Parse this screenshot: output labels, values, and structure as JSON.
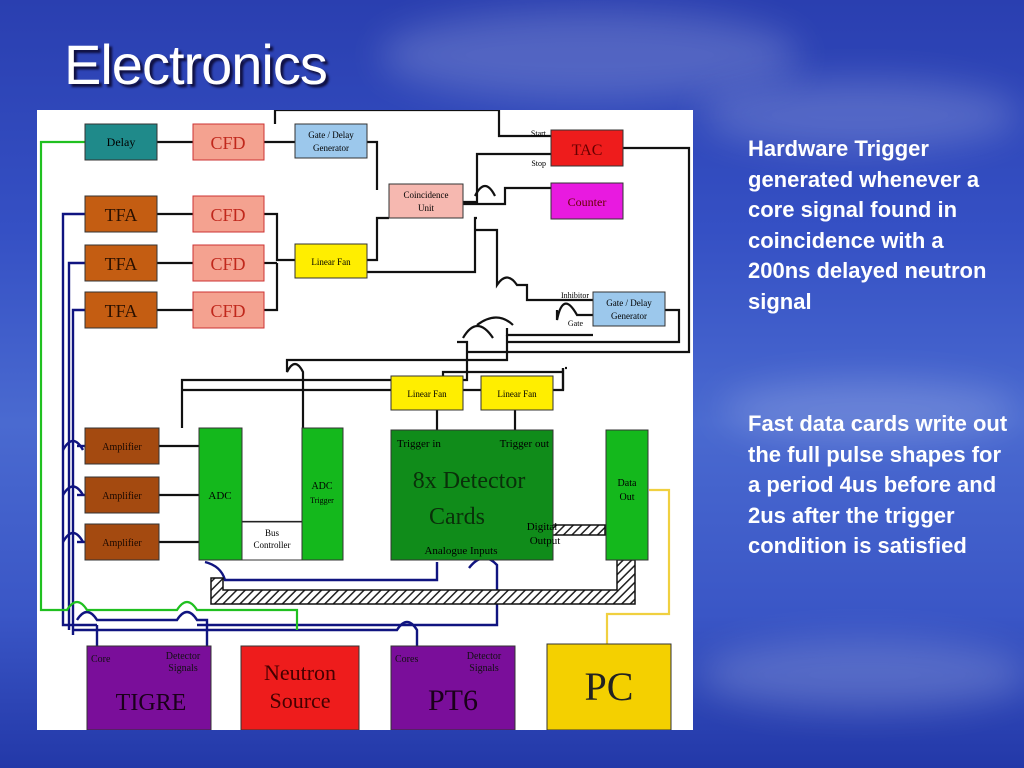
{
  "slide": {
    "title": "Electronics",
    "notes": [
      "Hardware Trigger generated whenever a core signal found in coincidence with a 200ns delayed neutron signal",
      "Fast data cards write out the full pulse shapes for a period 4us before and 2us after  the trigger condition is satisfied"
    ]
  },
  "diagram": {
    "delay": "Delay",
    "cfd": "CFD",
    "tfa": "TFA",
    "gate_delay_1": "Gate / Delay",
    "gate_delay_2": "Generator",
    "coinc_1": "Coincidence",
    "coinc_2": "Unit",
    "linear_fan": "Linear Fan",
    "tac": "TAC",
    "start": "Start",
    "stop": "Stop",
    "counter": "Counter",
    "inhibitor": "Inhibitor",
    "gate": "Gate",
    "amplifier": "Amplifier",
    "adc": "ADC",
    "adc_trigger_1": "ADC",
    "adc_trigger_2": "Trigger",
    "bus_1": "Bus",
    "bus_2": "Controller",
    "trigger_in": "Trigger in",
    "trigger_out": "Trigger out",
    "detector_1": "8x Detector",
    "detector_2": "Cards",
    "analogue_inputs": "Analogue Inputs",
    "digital_1": "Digital",
    "digital_2": "Output",
    "data_1": "Data",
    "data_2": "Out",
    "core": "Core",
    "cores": "Cores",
    "det_sig_1": "Detector",
    "det_sig_2": "Signals",
    "tigre": "TIGRE",
    "neutron_1": "Neutron",
    "neutron_2": "Source",
    "pt6": "PT6",
    "pc": "PC"
  },
  "colors": {
    "teal": "#1f8a8a",
    "salmon": "#f4a290",
    "orange_brown": "#c45d12",
    "light_blue": "#9cc8ec",
    "pink": "#f6b8b0",
    "yellow": "#ffee00",
    "red": "#ee1c1c",
    "magenta": "#e81ae0",
    "brown": "#a44a10",
    "green": "#14b81c",
    "dark_green": "#108c1a",
    "purple": "#7a0e9a",
    "gold": "#f4d000",
    "wire_blue": "#101480",
    "wire_green": "#20c020",
    "wire_yellow": "#f0d040"
  }
}
